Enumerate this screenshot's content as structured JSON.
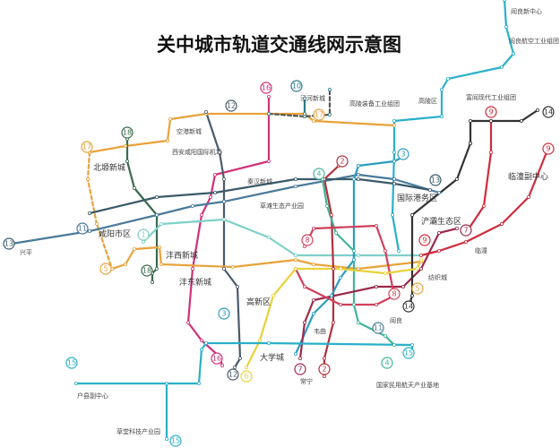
{
  "title": "关中城市轨道交通线网示意图",
  "line_colors": {
    "1": "#7fd0c8",
    "2": "#b0303c",
    "3": "#2a9dbf",
    "4": "#3fb59a",
    "5": "#e8a23a",
    "6": "#e8d23a",
    "7": "#9a2a4a",
    "8": "#d0405a",
    "9": "#d02a3a",
    "10": "#2f7a8a",
    "11": "#4a7a9a",
    "12": "#4a5a6a",
    "13": "#3a5a6a",
    "14": "#333333",
    "15": "#2ab0c8",
    "16": "#d0307a",
    "17": "#e8a23a",
    "18": "#3a6a4a"
  },
  "area_labels": {
    "yanliang_center": "阎良新中心",
    "yanliang_aviation": "阎良航空工业组团",
    "jinghe": "泾河新城",
    "gaoling_equip": "高陵装备工业组团",
    "gaoling": "高陵区",
    "konggang": "空港新城",
    "airport": "西安咸阳国际机场",
    "beiyuan": "北塬新城",
    "qinhan": "秦汉新城",
    "caotan": "草滩生态产业园",
    "gangwu": "国际港务区",
    "fuyan": "富阎现代工业组团",
    "lintong": "临潼副中心",
    "xianyang": "咸阳市区",
    "xingping": "兴平",
    "fengxi": "沣西新城",
    "fengdong": "沣东新城",
    "gaoxin": "高新区",
    "chanba": "浐灞生态区",
    "daxuecheng": "大学城",
    "weiqu": "韦曲",
    "changning": "常宁",
    "hangtian": "国家民用航天产业基地",
    "huxian": "户县副中心",
    "caotang": "草堂科技产业园",
    "fangzhicheng": "纺织城",
    "lintong_small": "临潼",
    "yanliang_small": "阎良"
  },
  "badges": [
    "1",
    "2",
    "3",
    "4",
    "5",
    "6",
    "7",
    "8",
    "9",
    "10",
    "11",
    "12",
    "13",
    "14",
    "15",
    "16",
    "17",
    "18"
  ]
}
